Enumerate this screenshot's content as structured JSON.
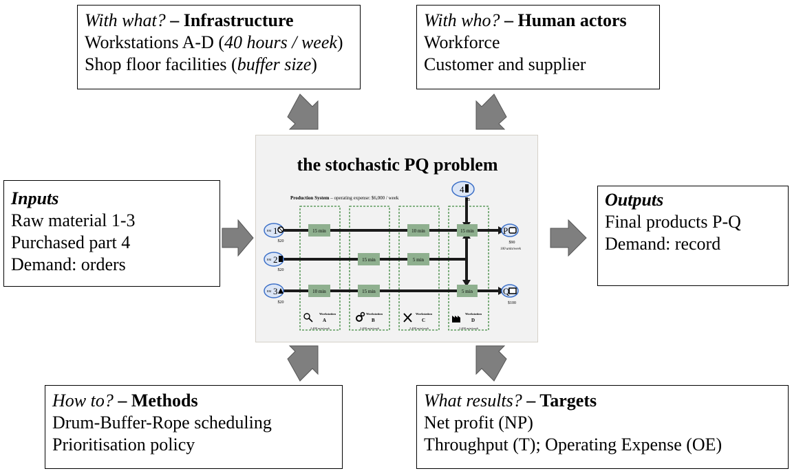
{
  "infrastructure": {
    "q": "With what?",
    "dash": " – ",
    "label": "Infrastructure",
    "line1_text": "Workstations A-D (",
    "line1_italic": "40 hours / week",
    "line1_end": ")",
    "line2_text": "Shop floor facilities (",
    "line2_italic": "buffer size",
    "line2_end": ")"
  },
  "human": {
    "q": "With who?",
    "dash": " – ",
    "label": "Human actors",
    "line1": "Workforce",
    "line2": "Customer and supplier"
  },
  "inputs": {
    "label": "Inputs",
    "line1": "Raw material 1-3",
    "line2": "Purchased part 4",
    "line3": "Demand: orders"
  },
  "outputs": {
    "label": "Outputs",
    "line1": "Final products P-Q",
    "line2": "Demand: record"
  },
  "methods": {
    "q": "How to?",
    "dash": " – ",
    "label": "Methods",
    "line1": "Drum-Buffer-Rope scheduling",
    "line2": "Prioritisation policy"
  },
  "targets": {
    "q": "What results?",
    "dash": " – ",
    "label": "Targets",
    "line1": "Net profit (NP)",
    "line2": "Throughput (T); Operating Expense (OE)"
  },
  "center": {
    "title": "the stochastic PQ problem",
    "system_label": "Production System",
    "system_sub": " – operating expense: $6,000 / week",
    "rm1": "1",
    "rm1_price": "$20",
    "rm2": "2",
    "rm2_price": "$20",
    "rm3": "3",
    "rm3_price": "$20",
    "rm_prefix": "RM",
    "part4": "4",
    "part4_price": "$5",
    "p_label": "P",
    "p_price": "$90",
    "p_demand": "100 units/week",
    "q_label": "Q",
    "q_price": "$100",
    "ops": {
      "a1": "15 min",
      "c1": "10 min",
      "d1": "15 min",
      "b2": "15 min",
      "c2": "5 min",
      "a3": "10 min",
      "b3": "15 min",
      "d3": "5 min"
    },
    "stations": [
      {
        "word": "Workstation",
        "letter": "A",
        "cap": "2,400 min/week"
      },
      {
        "word": "Workstation",
        "letter": "B",
        "cap": "2,400 min/week"
      },
      {
        "word": "Workstation",
        "letter": "C",
        "cap": "2,400 min/week"
      },
      {
        "word": "Workstation",
        "letter": "D",
        "cap": "2,400 min/week"
      }
    ]
  },
  "colors": {
    "arrow_fill": "#7f7f7f",
    "op_box": "#8fb08f",
    "station_border": "#3f8a3f",
    "circle_border": "#3b6fc7",
    "circle_fill": "#dce6f6"
  }
}
